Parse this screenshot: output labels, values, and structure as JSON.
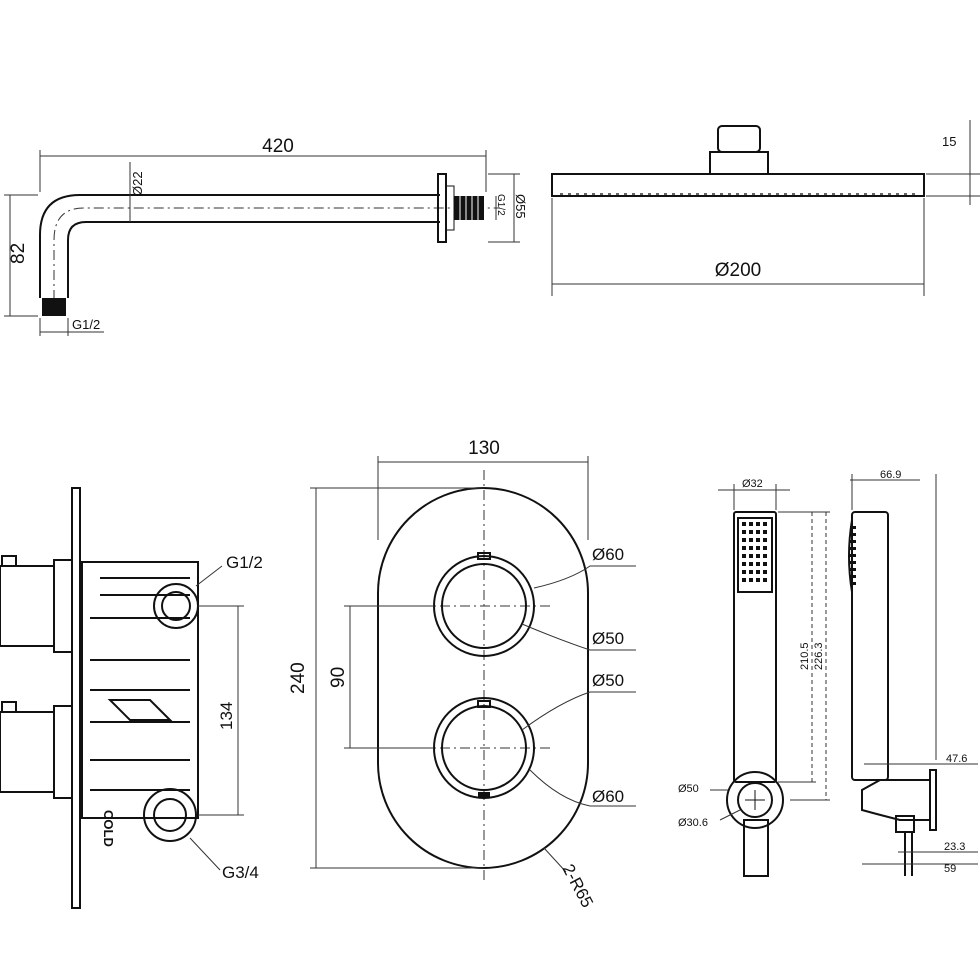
{
  "arm": {
    "length": "420",
    "drop": "82",
    "pipe_dia": "Ø22",
    "flange_dia": "Ø55",
    "flange_thread": "G1/2",
    "end_thread": "G1/2"
  },
  "head": {
    "diameter": "Ø200",
    "thickness": "15"
  },
  "valve": {
    "inlet_top": "G1/2",
    "inlet_bottom": "G3/4",
    "centres": "134",
    "cold_label": "COLD"
  },
  "plate": {
    "width": "130",
    "height": "240",
    "centres": "90",
    "ring_top_outer": "Ø60",
    "ring_top_inner": "Ø50",
    "ring_bottom_inner": "Ø50",
    "ring_bottom_outer": "Ø60",
    "radius": "2-R65"
  },
  "handset": {
    "head_dia": "Ø32",
    "length_a": "210.5",
    "length_b": "226.3",
    "bracket_outer": "Ø50",
    "bracket_inner": "Ø30.6",
    "depth": "66.9",
    "d1": "47.6",
    "d2": "23.3",
    "d3": "59"
  }
}
